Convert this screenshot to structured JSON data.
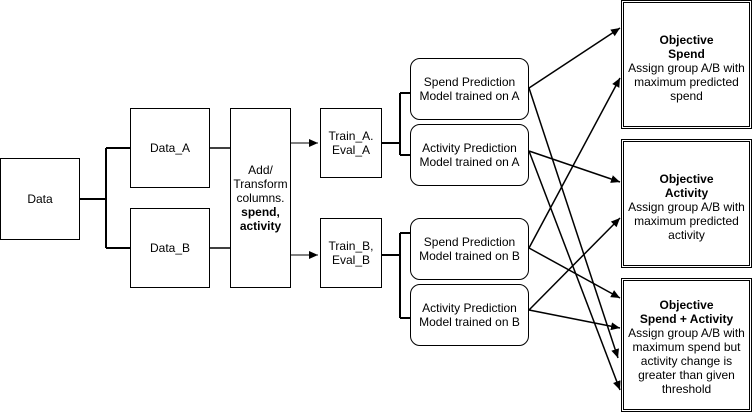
{
  "nodes": {
    "data": "Data",
    "data_a": "Data_A",
    "data_b": "Data_B",
    "transform": {
      "l1": "Add/",
      "l2": "Transform",
      "l3": "columns.",
      "l4": "spend,",
      "l5": "activity"
    },
    "train_a": {
      "l1": "Train_A.",
      "l2": "Eval_A"
    },
    "train_b": {
      "l1": "Train_B,",
      "l2": "Eval_B"
    },
    "spend_a": {
      "l1": "Spend Prediction",
      "l2": "Model trained on A"
    },
    "activity_a": {
      "l1": "Activity Prediction",
      "l2": "Model trained on A"
    },
    "spend_b": {
      "l1": "Spend Prediction",
      "l2": "Model trained on B"
    },
    "activity_b": {
      "l1": "Activity Prediction",
      "l2": "Model trained on B"
    }
  },
  "objectives": {
    "spend": {
      "title1": "Objective",
      "title2": "Spend",
      "l1": "Assign group A/B with",
      "l2": "maximum predicted",
      "l3": "spend"
    },
    "activity": {
      "title1": "Objective",
      "title2": "Activity",
      "l1": "Assign group A/B with",
      "l2": "maximum predicted",
      "l3": "activity"
    },
    "combined": {
      "title1": "Objective",
      "title2": "Spend + Activity",
      "l1": "Assign group A/B with",
      "l2": "maximum spend but",
      "l3": "activity change is",
      "l4": "greater than given",
      "l5": "threshold"
    }
  },
  "colors": {
    "stroke": "#000000",
    "background": "#ffffff"
  }
}
